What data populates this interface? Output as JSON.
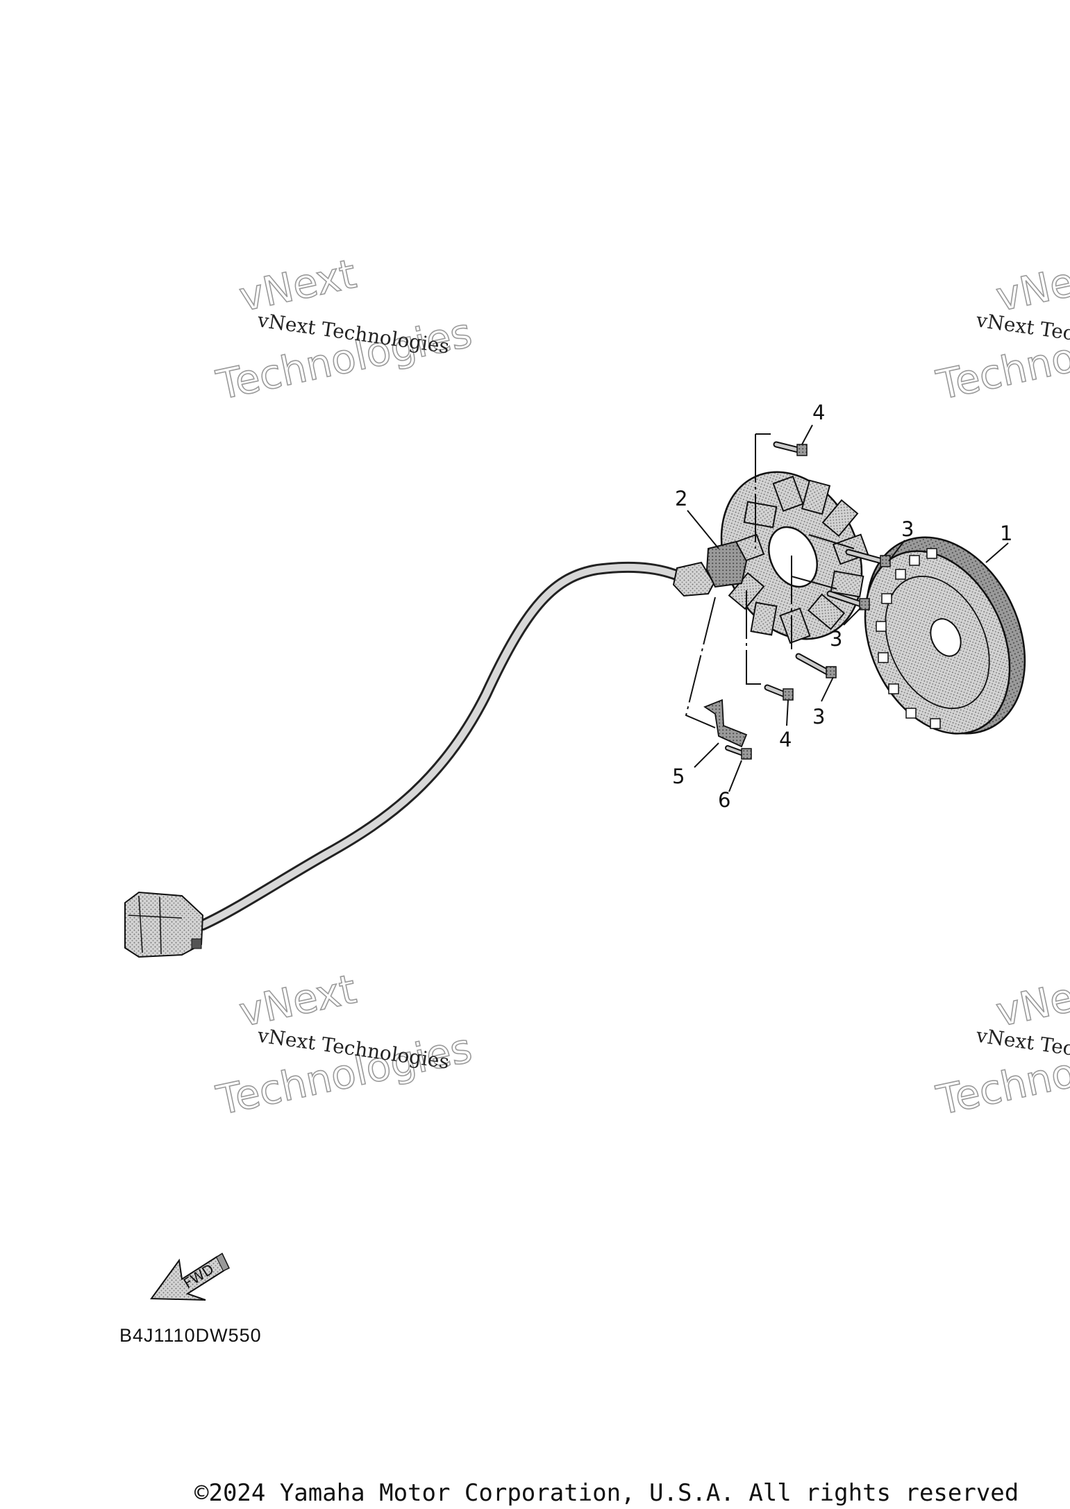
{
  "watermark": {
    "brand_top": "vNext",
    "brand_bottom": "Technologies",
    "caption": "vNext Technologies"
  },
  "callouts": {
    "c1": "1",
    "c2": "2",
    "c3a": "3",
    "c3b": "3",
    "c3c": "3",
    "c4a": "4",
    "c4b": "4",
    "c5": "5",
    "c6": "6"
  },
  "fwd_arrow_label": "FWD",
  "diagram_code": "B4J1110DW550",
  "copyright": "©2024 Yamaha Motor Corporation, U.S.A. All rights reserved"
}
